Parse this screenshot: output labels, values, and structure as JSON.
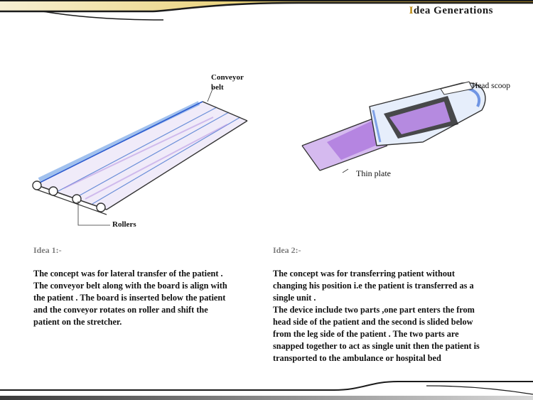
{
  "header": {
    "title_first": "I",
    "title_rest": "dea  Generations"
  },
  "sketch1": {
    "label_conveyor": "Conveyor",
    "label_belt": "belt",
    "label_rollers": "Rollers"
  },
  "sketch2": {
    "label_head_scoop": "Head scoop",
    "label_thin_plate": "Thin plate"
  },
  "idea1": {
    "heading": "Idea 1:-",
    "lines": [
      "The concept was for lateral transfer of the patient .",
      "The conveyor belt along with the board is align with",
      "the patient . The board is inserted below the patient",
      "and the conveyor rotates on roller and shift the",
      "patient on the stretcher."
    ]
  },
  "idea2": {
    "heading": "Idea 2:-",
    "lines": [
      "The concept was for transferring patient without",
      "changing his position i.e the patient is transferred as a",
      "single unit .",
      "The device include two parts ,one part enters the from",
      "head side of the patient and the second  is slided below",
      "from the leg side of the patient . The two parts are",
      "snapped together to act as single unit then the patient is",
      "transported to the ambulance or hospital bed"
    ]
  },
  "colors": {
    "gold": "#c9a227",
    "dark": "#1a1a1a",
    "pen_blue": "#3d6fd9",
    "pen_purple": "#9a5bd0"
  }
}
